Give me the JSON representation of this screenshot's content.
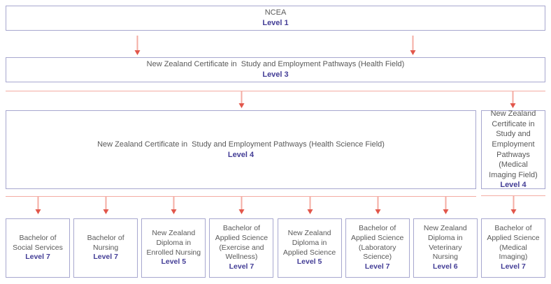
{
  "palette": {
    "box_border": "#a7a7cf",
    "title_text": "#595959",
    "level_text": "#433d96",
    "arrow_line": "#f4aca3",
    "arrow_head": "#e2574b",
    "background": "#ffffff"
  },
  "diagram": {
    "ncea": {
      "title": "NCEA",
      "level": "Level 1"
    },
    "cert_health_field": {
      "title": "New Zealand Certificate in  Study and Employment Pathways (Health Field)",
      "level": "Level 3"
    },
    "cert_health_science_field": {
      "title": "New Zealand Certificate in  Study and Employment Pathways (Health Science Field)",
      "level": "Level 4"
    },
    "cert_medical_imaging_field": {
      "title": "New Zealand Certificate in  Study and Employment Pathways (Medical Imaging Field)",
      "level": "Level 4"
    },
    "qualifications": [
      {
        "title": "Bachelor of Social Services",
        "level": "Level 7"
      },
      {
        "title": "Bachelor of Nursing",
        "level": "Level 7"
      },
      {
        "title": "New Zealand Diploma in Enrolled Nursing",
        "level": "Level 5"
      },
      {
        "title": "Bachelor of Applied Science (Exercise and Wellness)",
        "level": "Level 7"
      },
      {
        "title": "New Zealand Diploma in Applied Science",
        "level": "Level 5"
      },
      {
        "title": "Bachelor of Applied Science (Laboratory Science)",
        "level": "Level 7"
      },
      {
        "title": "New Zealand Diploma in Veterinary Nursing",
        "level": "Level 6"
      },
      {
        "title": "Bachelor of Applied Science (Medical Imaging)",
        "level": "Level 7"
      }
    ]
  }
}
